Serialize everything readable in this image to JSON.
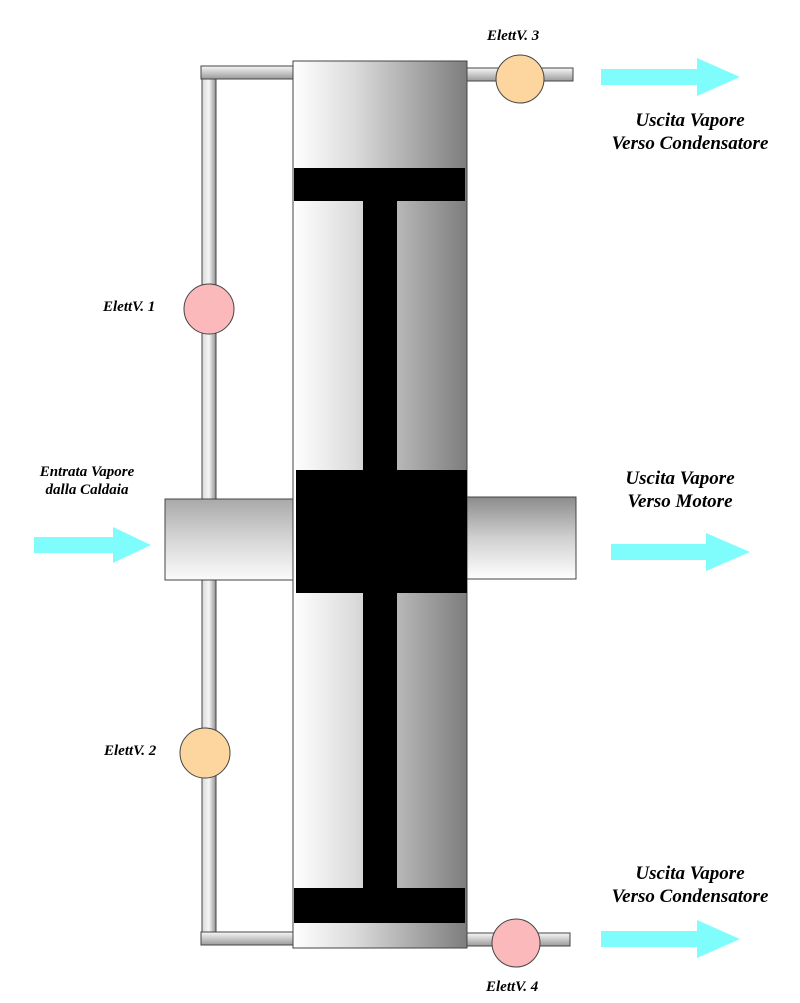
{
  "labels": {
    "valve_1": "ElettV. 1",
    "valve_2": "ElettV. 2",
    "valve_3": "ElettV. 3",
    "valve_4": "ElettV. 4",
    "inlet_line1": "Entrata Vapore",
    "inlet_line2": "dalla Caldaia",
    "outlet_condenser_top_line1": "Uscita Vapore",
    "outlet_condenser_top_line2": "Verso Condensatore",
    "outlet_motor_line1": "Uscita Vapore",
    "outlet_motor_line2": "Verso Motore",
    "outlet_condenser_bottom_line1": "Uscita Vapore",
    "outlet_condenser_bottom_line2": "Verso Condensatore"
  },
  "colors": {
    "arrow": "#7ffdfd",
    "valve_pink": "#fbb9bb",
    "valve_orange": "#fdd69f",
    "spool": "#000000",
    "pipe_light": "#f4f4f4",
    "pipe_dark": "#8a8a8a"
  }
}
